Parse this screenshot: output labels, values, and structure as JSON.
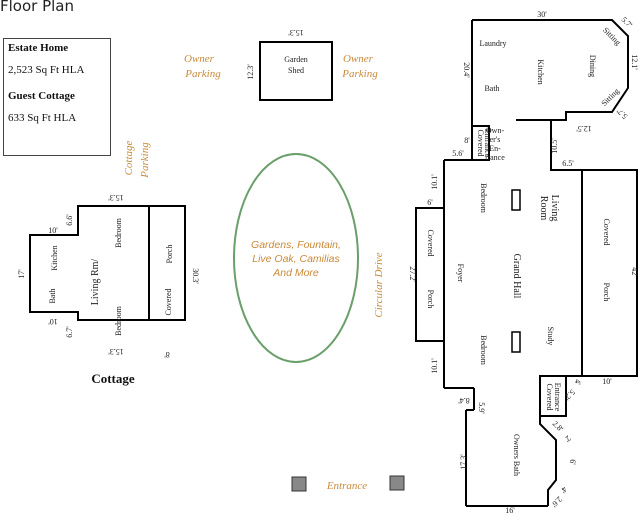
{
  "title": "Floor Plan",
  "info": {
    "estate_heading": "Estate Home",
    "estate_area": "2,523 Sq Ft HLA",
    "guest_heading": "Guest Cottage",
    "guest_area": "633 Sq Ft HLA"
  },
  "shed": {
    "label_1": "Garden",
    "label_2": "Shed",
    "dim_top": "15.3'",
    "dim_left": "12.3'"
  },
  "owner_parking_left": [
    "Owner",
    "Parking"
  ],
  "owner_parking_right": [
    "Owner",
    "Parking"
  ],
  "cottage_parking": [
    "Cottage",
    "Parking"
  ],
  "garden": [
    "Gardens, Fountain,",
    "Live Oak, Camilias",
    "And More"
  ],
  "circular_drive": "Circular Drive",
  "entrance": "Entrance",
  "cottage": {
    "caption": "Cottage",
    "rooms": {
      "kitchen": "Kitchen",
      "bath": "Bath",
      "living": "Living Rm/",
      "bedroom_top": "Bedroom",
      "bedroom_bottom": "Bedroom",
      "porch": "Porch",
      "covered": "Covered"
    },
    "dims": {
      "top": "15.3'",
      "bottom": "15.3'",
      "d10_top": "10'",
      "d10_bottom": "10'",
      "d66": "6.6'",
      "d67": "6.7'",
      "d17": "17'",
      "d303": "30.3'",
      "d8": "8'"
    }
  },
  "house": {
    "rooms": {
      "laundry": "Laundry",
      "bath": "Bath",
      "kitchen": "Kitchen",
      "dining": "Dining",
      "sitting_top": "Sitting",
      "sitting_bottom": "Sitting",
      "owners_entrance": [
        "Own-",
        "er's",
        "En-",
        "trance"
      ],
      "covered_entrance_top": [
        "Covered",
        "Entrance"
      ],
      "bedroom_top": "Bedroom",
      "bedroom_bottom": "Bedroom",
      "living_room": [
        "Living",
        "Room"
      ],
      "foyer": "Foyer",
      "grand_hall": "Grand Hall",
      "study": "Study",
      "covered_porch_left": [
        "Covered",
        "Porch"
      ],
      "covered_porch_right": [
        "Covered",
        "Porch"
      ],
      "covered_entrance_bottom": [
        "Covered",
        "Entrance"
      ],
      "owners_bath": "Owners Bath"
    },
    "dims": {
      "d30": "30'",
      "d57_top": "5.7'",
      "d121": "12.1'",
      "d57_bottom": "5.7'",
      "d204": "20.4'",
      "d125": "12.5'",
      "d105": "10.5'",
      "d56": "5.6'",
      "d65": "6.5'",
      "d8_top": "8'",
      "d101_top": "10.1'",
      "d6": "6'",
      "d272": "27.2'",
      "d42": "42'",
      "d101_bottom": "10.1'",
      "d10": "10'",
      "d84": "8.4'",
      "d59": "5.9'",
      "d4": "4'",
      "d52": "5.2'",
      "d28": "2.8'",
      "d2": "2'",
      "d6_bath": "6'",
      "d173": "17.3'",
      "d16": "16'",
      "d4b": "4'",
      "d26": "2.6'"
    }
  }
}
